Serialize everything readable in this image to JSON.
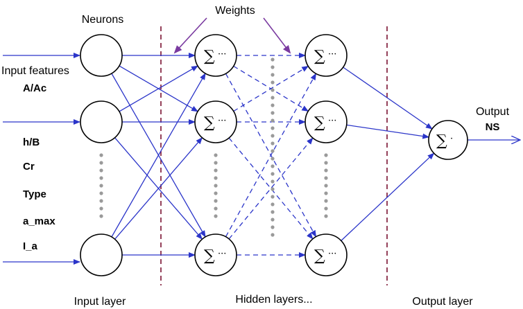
{
  "labels": {
    "neurons": "Neurons",
    "weights": "Weights",
    "input_features": "Input features",
    "output": "Output",
    "output_name": "NS",
    "input_layer": "Input layer",
    "hidden_layers": "Hidden layers...",
    "output_layer": "Output layer"
  },
  "features": [
    "A/Ac",
    "h/B",
    "Cr",
    "Type",
    "a_max",
    "I_a"
  ],
  "node_symbols": {
    "sum": "∑",
    "hidden_suffix": "···",
    "output_suffix": "·"
  },
  "colors": {
    "edge": "#2b35c9",
    "weight_arrow": "#7a3aa0",
    "separator": "#7a1030",
    "ellipsis_dots": "#9a9a9a",
    "node_stroke": "#000000"
  }
}
